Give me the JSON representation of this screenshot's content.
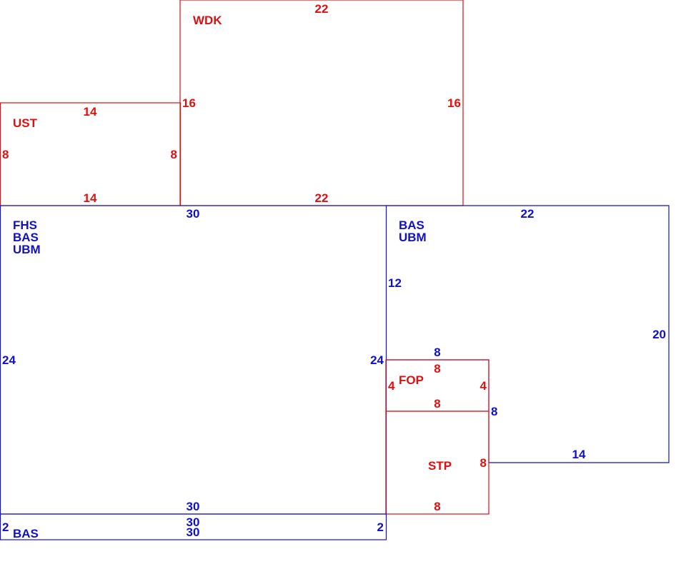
{
  "colors": {
    "red": "#e01010",
    "blue": "#1010cc"
  },
  "areas": [
    {
      "id": "wdk",
      "labels": [
        "WDK"
      ],
      "color": "red",
      "dims": {
        "top": "22",
        "bottom": "22",
        "left": "16",
        "right": "16"
      }
    },
    {
      "id": "ust",
      "labels": [
        "UST"
      ],
      "color": "red",
      "dims": {
        "top": "14",
        "bottom": "14",
        "left": "8",
        "right": "8"
      }
    },
    {
      "id": "main",
      "labels": [
        "FHS",
        "BAS",
        "UBM"
      ],
      "color": "blue",
      "dims": {
        "top": "30",
        "bottom": "30",
        "left": "24",
        "right": "24"
      }
    },
    {
      "id": "east",
      "labels": [
        "BAS",
        "UBM"
      ],
      "color": "blue",
      "dims": {
        "top": "22",
        "bottom": "14",
        "right": "20",
        "left": "12",
        "step_top": "8",
        "step_right": "8"
      }
    },
    {
      "id": "fop",
      "labels": [
        "FOP"
      ],
      "color": "red",
      "dims": {
        "top": "8",
        "bottom": "8",
        "left": "4",
        "right": "4"
      }
    },
    {
      "id": "stp",
      "labels": [
        "STP"
      ],
      "color": "red",
      "dims": {
        "bottom": "8",
        "right": "8"
      }
    },
    {
      "id": "strip",
      "labels": [
        "BAS"
      ],
      "color": "blue",
      "dims": {
        "top": "30",
        "bottom": "30",
        "left": "2",
        "right": "2"
      }
    }
  ]
}
